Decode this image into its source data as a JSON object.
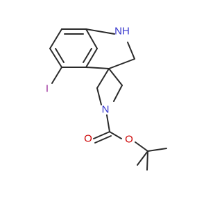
{
  "molecule": {
    "atoms": {
      "nh": "NH",
      "iodine": "I",
      "n_azetidine": "N",
      "o_carbonyl": "O",
      "o_ester": "O"
    },
    "colors": {
      "bond": "#2a2a2a",
      "nitrogen": "#3333cc",
      "oxygen": "#cc0000",
      "iodine": "#9b2c9b"
    }
  }
}
